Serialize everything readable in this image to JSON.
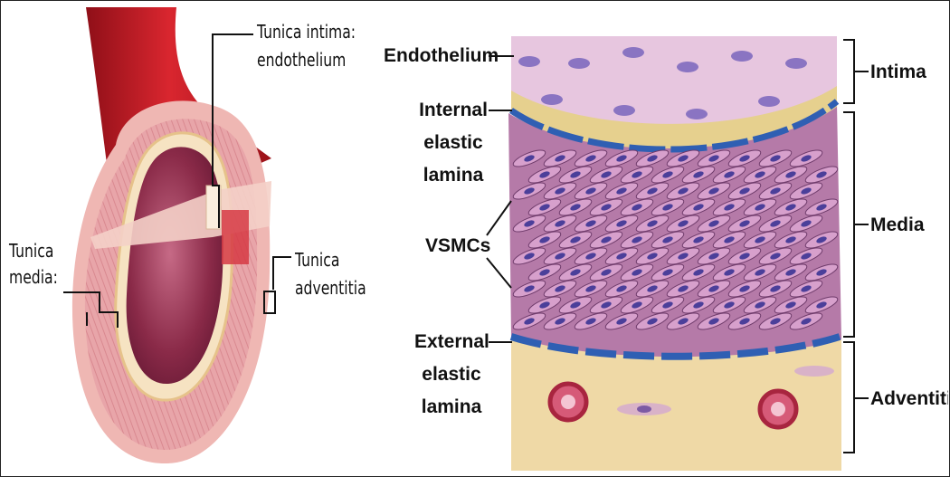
{
  "left_diagram": {
    "tunica_intima_line1": "Tunica intima:",
    "tunica_intima_line2": "endothelium",
    "tunica_media_line1": "Tunica",
    "tunica_media_line2": "media:",
    "tunica_adventitia_line1": "Tunica",
    "tunica_adventitia_line2": "adventitia"
  },
  "right_diagram": {
    "endothelium": "Endothelium",
    "internal_line1": "Internal",
    "internal_line2": "elastic",
    "internal_line3": "lamina",
    "vsmcs": "VSMCs",
    "external_line1": "External",
    "external_line2": "elastic",
    "external_line3": "lamina",
    "intima": "Intima",
    "media": "Media",
    "adventitia": "Adventitia"
  },
  "colors": {
    "vessel_red": "#c8202a",
    "media_pink": "#e8a0a6",
    "lumen_maroon": "#7a1f3d",
    "elastic_blue": "#2f5fb3",
    "cell_pink": "#c88fbf",
    "adventitia_yellow": "#efd9a6"
  }
}
